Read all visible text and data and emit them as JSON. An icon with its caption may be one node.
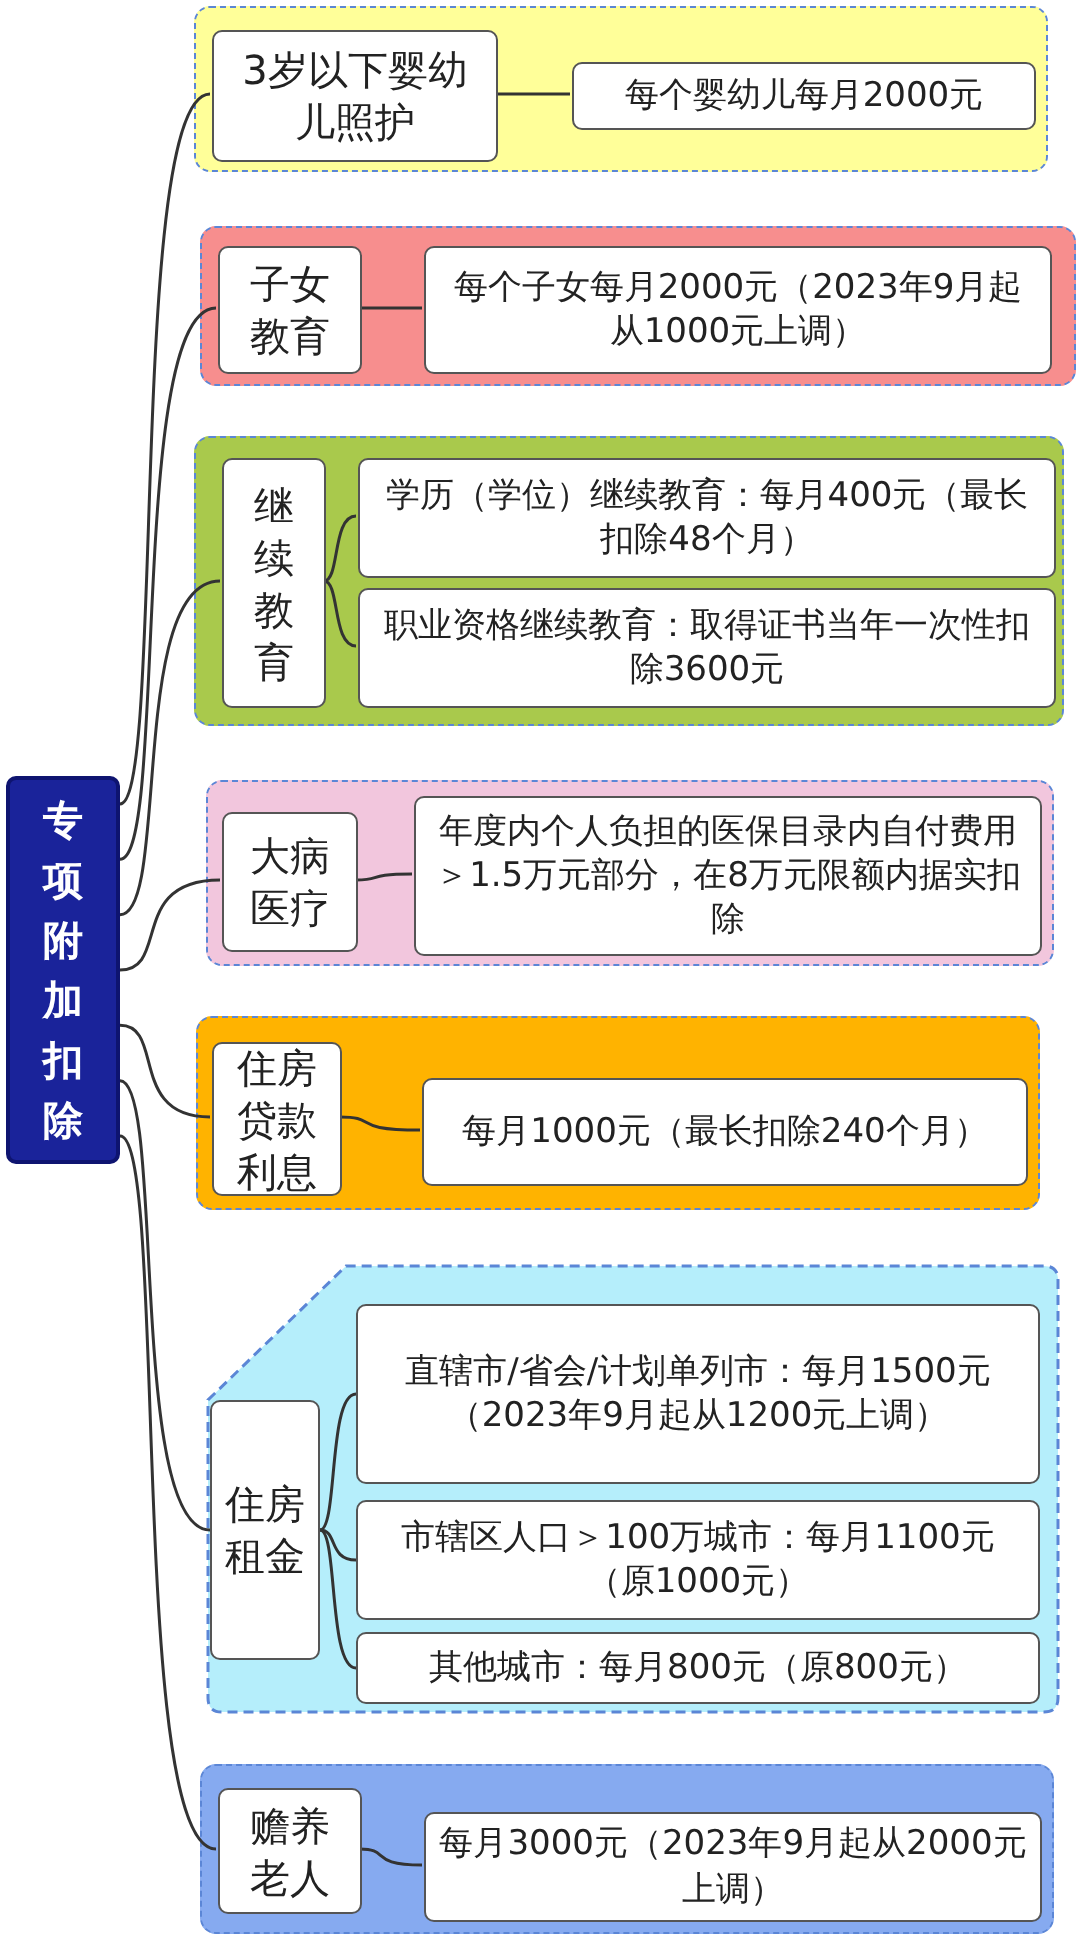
{
  "diagram": {
    "nodes": [
      {
        "text": [
          "专项附加扣除"
        ]
      },
      {
        "text": [],
        "shape": "box"
      },
      {
        "text": [
          "3岁以下婴幼儿照护"
        ],
        "in": 1
      },
      {
        "text": [
          "每个婴幼儿每月2000元"
        ],
        "in": 1
      },
      {
        "text": [],
        "shape": "box"
      },
      {
        "text": [
          "子女教育"
        ],
        "in": 4
      },
      {
        "text": [
          "每个子女每月2000元（2023年9月起从1000元上调）"
        ],
        "in": 4
      },
      {
        "text": [],
        "shape": "box"
      },
      {
        "text": [
          "继续教育"
        ],
        "in": 7
      },
      {
        "text": [
          "学历（学位）继续教育：每月400元（最长扣除48个月）"
        ],
        "in": 7
      },
      {
        "text": [
          "职业资格继续教育：取得证书当年一次性扣除3600元"
        ],
        "in": 7
      },
      {
        "text": [],
        "shape": "box"
      },
      {
        "text": [
          "大病医疗"
        ],
        "in": 11
      },
      {
        "text": [
          "年度内个人负担的医保目录内自付费用＞1.5万元部分，在8万元限额内据实扣除"
        ],
        "in": 11
      },
      {
        "text": [],
        "shape": "box"
      },
      {
        "text": [
          "住房贷款利息"
        ],
        "in": 14
      },
      {
        "text": [
          "每月1000元（最长扣除240个月）"
        ],
        "in": 14
      },
      {
        "text": [],
        "shape": "box"
      },
      {
        "text": [
          "住房租金"
        ],
        "in": 17
      },
      {
        "text": [
          "直辖市/省会/计划单列市：每月1500元（2023年9月起从1200元上调）"
        ],
        "in": 17
      },
      {
        "text": [
          "市辖区人口＞100万城市：每月1100元（原1000元）"
        ],
        "in": 17
      },
      {
        "text": [
          "其他城市：每月800元（原800元）"
        ],
        "in": 17
      },
      {
        "text": [],
        "shape": "box"
      },
      {
        "text": [
          "赡养老人"
        ],
        "in": 22
      },
      {
        "text": [
          "每月3000元（2023年9月起从2000元上调）"
        ],
        "in": 22
      }
    ],
    "edges": [
      {
        "from": 0,
        "to": 2,
        "arrow": "none"
      },
      {
        "from": 0,
        "to": 5,
        "arrow": "none"
      },
      {
        "from": 0,
        "to": 8,
        "arrow": "none"
      },
      {
        "from": 0,
        "to": 12,
        "arrow": "none"
      },
      {
        "from": 0,
        "to": 15,
        "arrow": "none"
      },
      {
        "from": 0,
        "to": 18,
        "arrow": "none"
      },
      {
        "from": 0,
        "to": 23,
        "arrow": "none"
      },
      {
        "from": 2,
        "to": 3,
        "arrow": "none"
      },
      {
        "from": 5,
        "to": 6,
        "arrow": "none"
      },
      {
        "from": 8,
        "to": 9,
        "arrow": "none"
      },
      {
        "from": 8,
        "to": 10,
        "arrow": "none"
      },
      {
        "from": 12,
        "to": 13,
        "arrow": "none"
      },
      {
        "from": 15,
        "to": 16,
        "arrow": "none"
      },
      {
        "from": 18,
        "to": 19,
        "arrow": "none"
      },
      {
        "from": 18,
        "to": 20,
        "arrow": "none"
      },
      {
        "from": 18,
        "to": 21,
        "arrow": "none"
      },
      {
        "from": 23,
        "to": 24,
        "arrow": "none"
      }
    ]
  }
}
